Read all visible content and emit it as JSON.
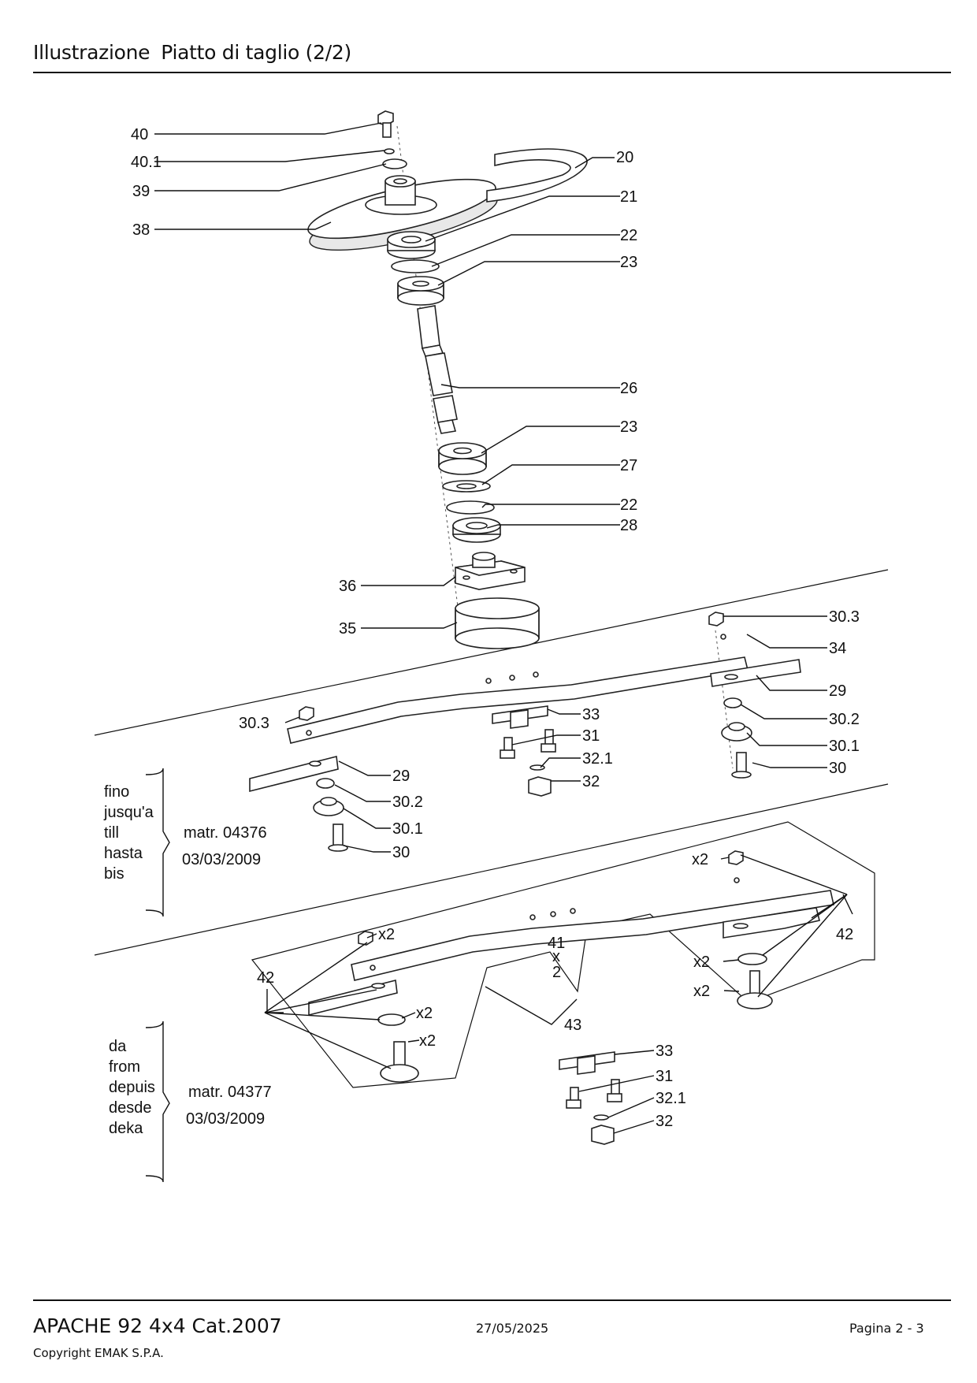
{
  "header": {
    "section": "Illustrazione",
    "title": "Piatto di taglio (2/2)"
  },
  "footer": {
    "model": "APACHE 92 4x4 Cat.2007",
    "date": "27/05/2025",
    "page": "Pagina 2 - 3",
    "copyright": "Copyright EMAK S.P.A."
  },
  "callouts": {
    "c40": "40",
    "c40_1": "40.1",
    "c39": "39",
    "c38": "38",
    "c20": "20",
    "c21": "21",
    "c22a": "22",
    "c23a": "23",
    "c26": "26",
    "c23b": "23",
    "c27": "27",
    "c22b": "22",
    "c28": "28",
    "c36": "36",
    "c35": "35",
    "c30_3a": "30.3",
    "c34": "34",
    "c29a": "29",
    "c30_2a": "30.2",
    "c30_1a": "30.1",
    "c30a": "30",
    "c33a": "33",
    "c31a": "31",
    "c32_1a": "32.1",
    "c32a": "32",
    "c30_3b": "30.3",
    "c29b": "29",
    "c30_2b": "30.2",
    "c30_1b": "30.1",
    "c30b": "30",
    "c42a": "42",
    "c42b": "42",
    "c41": "41",
    "c41x": "x",
    "c41n": "2",
    "c43": "43",
    "x2a": "x2",
    "x2b": "x2",
    "x2c": "x2",
    "x2d": "x2",
    "x2e": "x2",
    "x2f": "x2",
    "c33b": "33",
    "c31b": "31",
    "c32_1b": "32.1",
    "c32b": "32"
  },
  "variant_until": {
    "languages": [
      "fino",
      "jusqu'a",
      "till",
      "hasta",
      "bis"
    ],
    "serial": "matr. 04376",
    "date": "03/03/2009"
  },
  "variant_from": {
    "languages": [
      "da",
      "from",
      "depuis",
      "desde",
      "deka"
    ],
    "serial": "matr. 04377",
    "date": "03/03/2009"
  }
}
